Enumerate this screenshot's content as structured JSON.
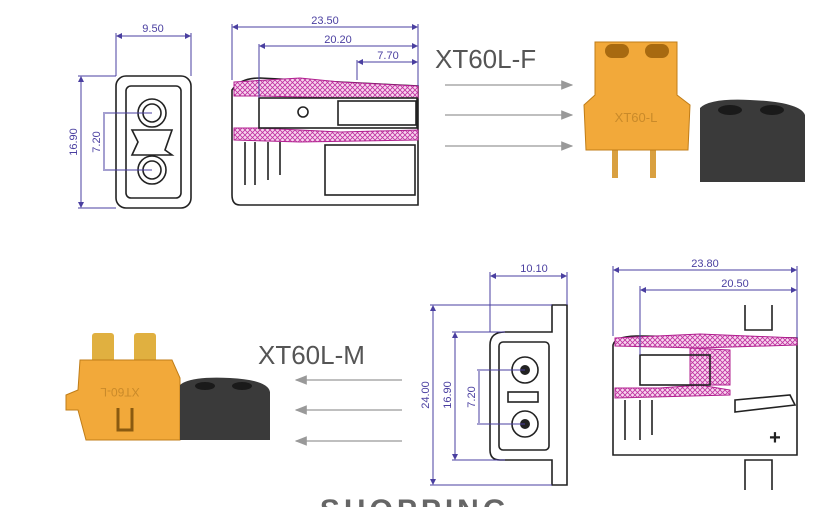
{
  "female": {
    "label": "XT60L-F",
    "front_dims": {
      "width": "9.50",
      "height": "16.90",
      "pitch": "7.20"
    },
    "side_dims": {
      "overall": "23.50",
      "body": "20.20",
      "contact": "7.70"
    },
    "product_marking": "XT60-L"
  },
  "male": {
    "label": "XT60L-M",
    "front_dims": {
      "width": "10.10",
      "height": "24.00",
      "body": "16.90",
      "pitch": "7.20"
    },
    "side_dims": {
      "overall": "23.80",
      "body": "20.50"
    },
    "product_marking": "XT60-L",
    "polarity": "+"
  },
  "watermark": "SHOPPING",
  "colors": {
    "dimension": "#4a3fa0",
    "hatch": "#c030a0",
    "connector": "#f0a830",
    "cap": "#3a3a3a"
  }
}
